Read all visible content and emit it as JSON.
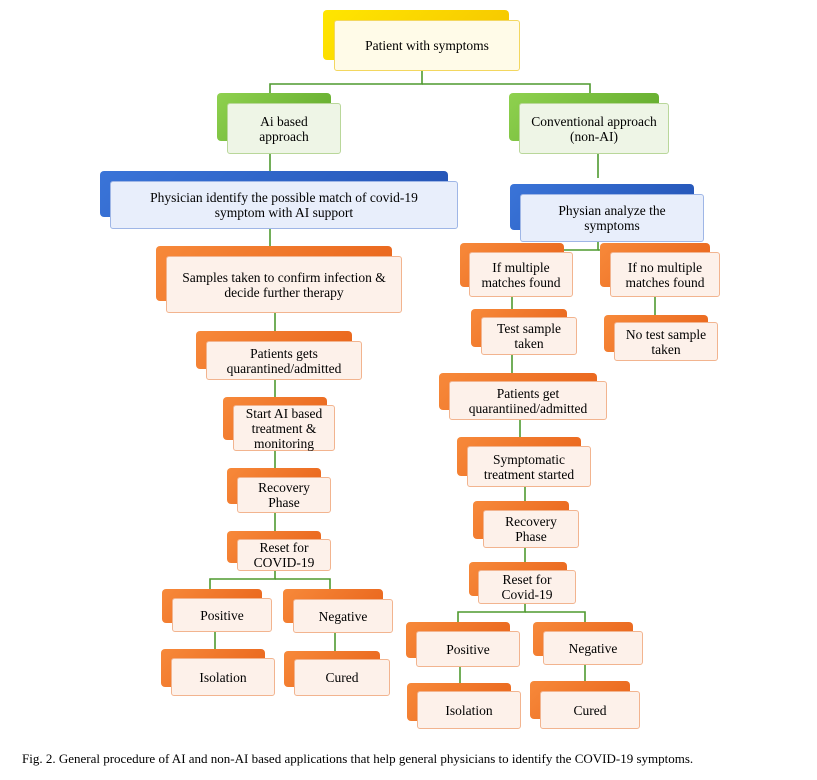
{
  "figure": {
    "caption": "Fig. 2. General procedure of AI and non-AI based applications that help general physicians to identify the COVID-19 symptoms."
  },
  "nodes": {
    "root": "Patient with symptoms",
    "ai_approach": "Ai based\napproach",
    "conventional_approach": "Conventional approach\n(non-AI)",
    "ai_physician": "Physician identify the possible match of covid-19\nsymptom with AI support",
    "ai_samples": "Samples taken to confirm infection &\ndecide further therapy",
    "ai_quarantine": "Patients gets\nquarantined/admitted",
    "ai_treatment": "Start AI based\ntreatment &\nmonitoring",
    "ai_recovery": "Recovery\nPhase",
    "ai_reset": "Reset for\nCOVID-19",
    "ai_positive": "Positive",
    "ai_negative": "Negative",
    "ai_isolation": "Isolation",
    "ai_cured": "Cured",
    "conv_physician": "Physian analyze the\nsymptoms",
    "conv_multiple": "If multiple\nmatches found",
    "conv_no_multiple": "If no multiple\nmatches found",
    "conv_test_sample": "Test sample\ntaken",
    "conv_no_test": "No test sample\ntaken",
    "conv_quarantine": "Patients get\nquarantiined/admitted",
    "conv_symptomatic": "Symptomatic\ntreatment started",
    "conv_recovery": "Recovery\nPhase",
    "conv_reset": "Reset for\nCovid-19",
    "conv_positive": "Positive",
    "conv_negative": "Negative",
    "conv_isolation": "Isolation",
    "conv_cured": "Cured"
  },
  "colors": {
    "connector": "#4f9a2f",
    "level_root": "#f5c400",
    "level_approach": "#6ab23a",
    "level_physician": "#2d5fc4",
    "level_steps": "#ee6e22"
  }
}
